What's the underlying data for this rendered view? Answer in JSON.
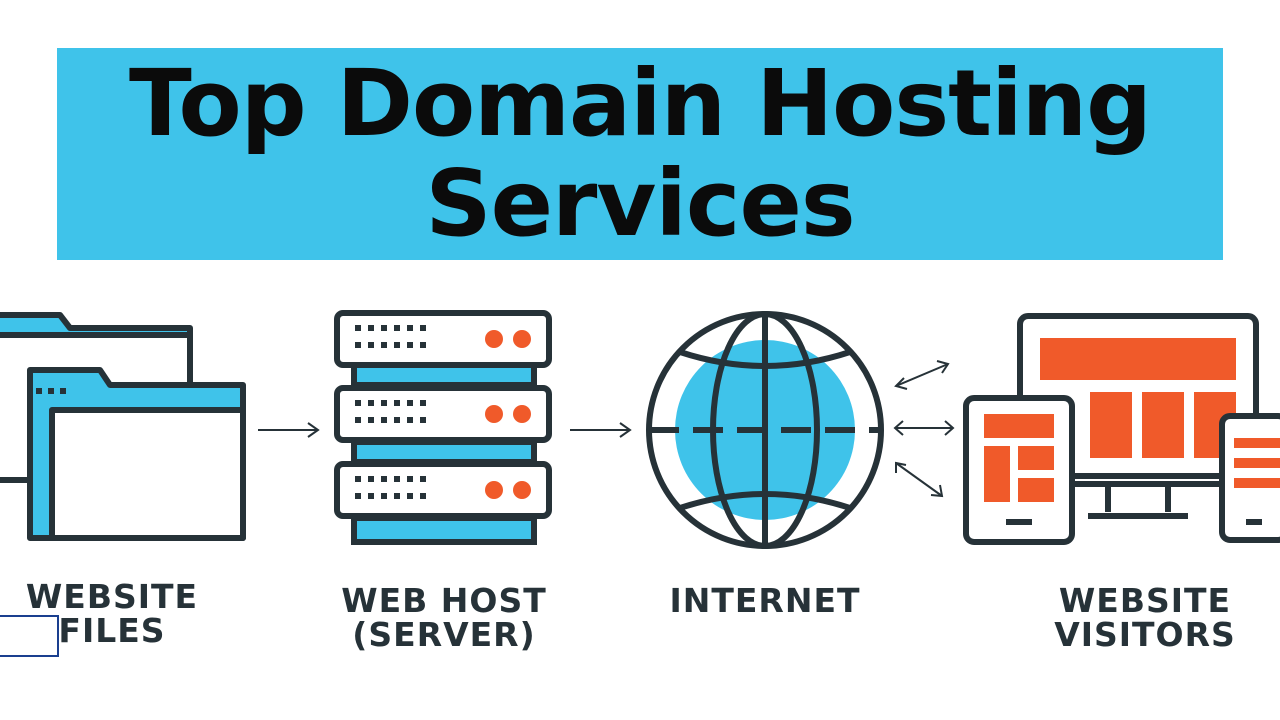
{
  "title": {
    "line1": "Top Domain Hosting",
    "line2": "Services"
  },
  "stages": [
    {
      "line1": "WEBSITE",
      "line2": "FILES"
    },
    {
      "line1": "WEB HOST",
      "line2": "(SERVER)"
    },
    {
      "line1": "INTERNET",
      "line2": ""
    },
    {
      "line1": "WEBSITE",
      "line2": "VISITORS"
    }
  ],
  "colors": {
    "banner": "#3fc3ea",
    "accent_blue": "#3fc3ea",
    "accent_orange": "#f05a2a",
    "outline": "#263238"
  }
}
